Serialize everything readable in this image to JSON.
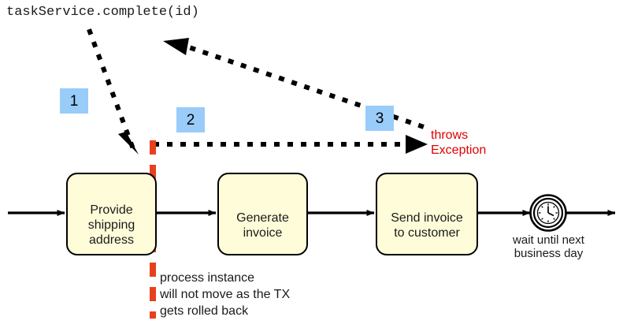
{
  "title": {
    "code": "taskService.complete(id)"
  },
  "badges": [
    {
      "label": "1",
      "name": "step-badge-1"
    },
    {
      "label": "2",
      "name": "step-badge-2"
    },
    {
      "label": "3",
      "name": "step-badge-3"
    }
  ],
  "tasks": [
    {
      "id": "provide-shipping-address",
      "label": "Provide\nshipping\naddress",
      "icon": "user-icon",
      "type": "user-task"
    },
    {
      "id": "generate-invoice",
      "label": "Generate\ninvoice",
      "icon": "gears-icon",
      "type": "service-task"
    },
    {
      "id": "send-invoice-to-customer",
      "label": "Send invoice\nto customer",
      "icon": "envelope-icon",
      "type": "send-task"
    }
  ],
  "timer_event": {
    "icon": "clock-icon",
    "caption": "wait until next\nbusiness day"
  },
  "annotations": {
    "throws_exception": "throws\nException",
    "rollback_note": "process instance\nwill not move as the TX\ngets rolled back"
  },
  "colors": {
    "badge_background": "#99ccf9",
    "task_fill": "#fffdd9",
    "task_stroke": "#000000",
    "exception_text": "#e00000",
    "rollback_line": "#e8401c",
    "flow_stroke": "#000000"
  }
}
